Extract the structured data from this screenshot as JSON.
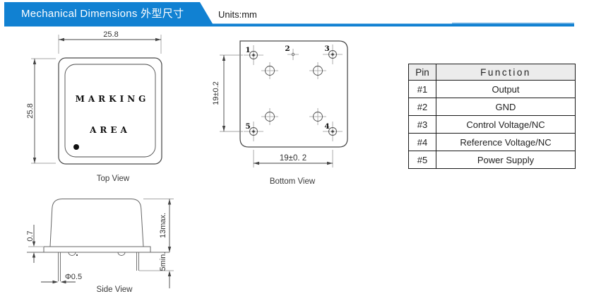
{
  "header": {
    "title": "Mechanical Dimensions 外型尺寸",
    "units": "Units:mm",
    "banner_color": "#1181d2",
    "accent_light": "#7db7e4"
  },
  "top_view": {
    "label": "Top View",
    "width_dim": "25.8",
    "height_dim": "25.8",
    "marking_line1": "MARKING",
    "marking_line2": "AREA"
  },
  "bottom_view": {
    "label": "Bottom View",
    "vertical_dim": "19±0.2",
    "horizontal_dim": "19±0. 2",
    "pins": {
      "p1": "1",
      "p2": "2",
      "p3": "3",
      "p4": "4",
      "p5": "5"
    }
  },
  "side_view": {
    "label": "Side View",
    "flange_thickness_dim": "0.7",
    "height_dim": "13max.",
    "pin_length_dim": "5min.",
    "pin_diameter_dim": "Φ0.5"
  },
  "pin_table": {
    "headers": [
      "Pin",
      "Function"
    ],
    "rows": [
      {
        "pin": "#1",
        "function": "Output"
      },
      {
        "pin": "#2",
        "function": "GND"
      },
      {
        "pin": "#3",
        "function": "Control Voltage/NC"
      },
      {
        "pin": "#4",
        "function": "Reference Voltage/NC"
      },
      {
        "pin": "#5",
        "function": "Power Supply"
      }
    ]
  }
}
